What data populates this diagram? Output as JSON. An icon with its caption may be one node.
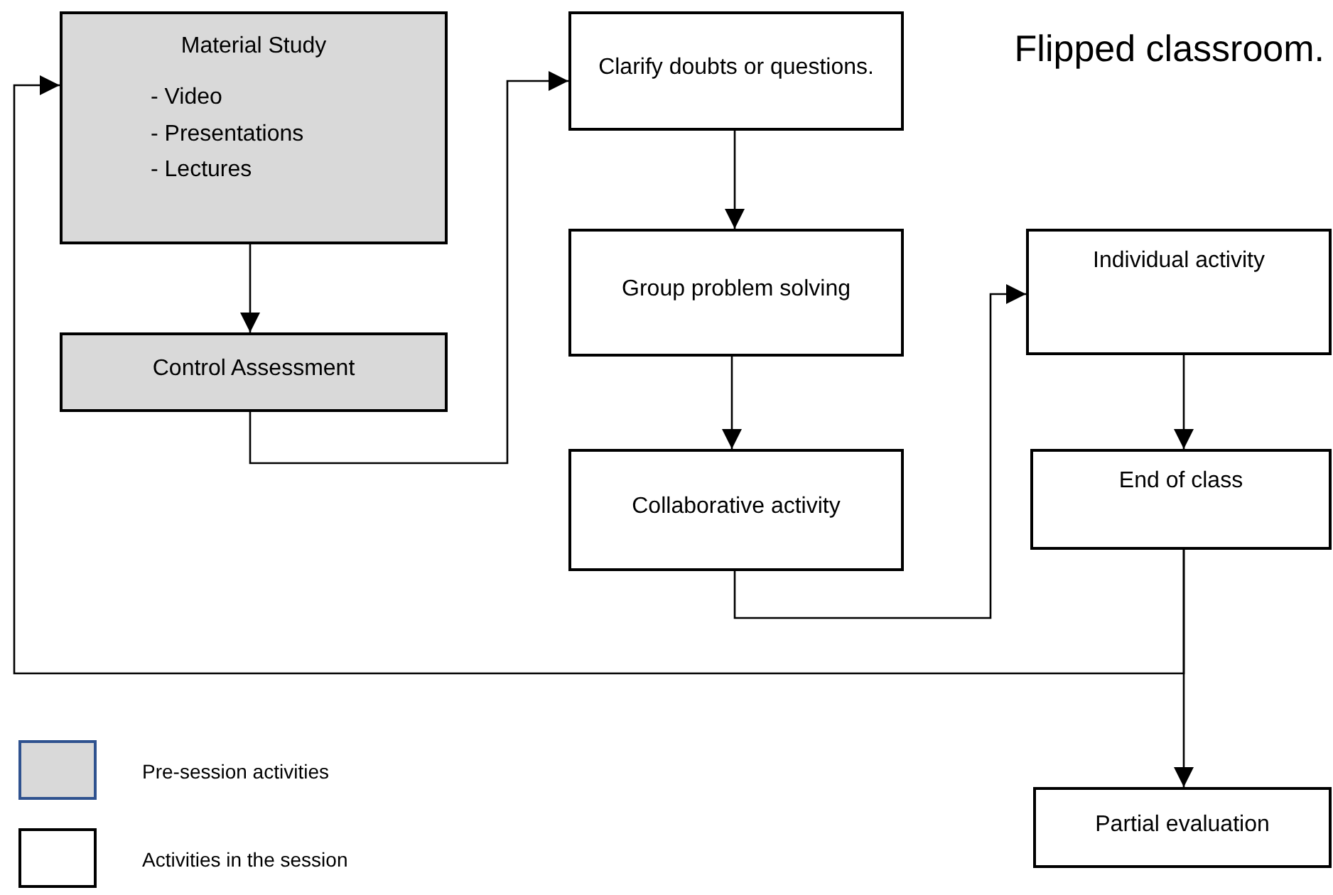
{
  "diagram": {
    "title": "Flipped classroom.",
    "nodes": [
      {
        "text": [
          "Material Study",
          "- Video",
          "- Presentations",
          "- Lectures"
        ]
      },
      {
        "text": [
          "Control Assessment"
        ]
      },
      {
        "text": [
          "Clarify doubts or questions."
        ]
      },
      {
        "text": [
          "Group problem solving"
        ]
      },
      {
        "text": [
          "Collaborative activity"
        ]
      },
      {
        "text": [
          "Individual activity"
        ]
      },
      {
        "text": [
          "End of class"
        ]
      },
      {
        "text": [
          "Partial evaluation"
        ]
      }
    ],
    "edges": [
      {
        "from": 0,
        "to": 1,
        "arrow": "to"
      },
      {
        "from": 1,
        "to": 2,
        "arrow": "to"
      },
      {
        "from": 2,
        "to": 3,
        "arrow": "to"
      },
      {
        "from": 3,
        "to": 4,
        "arrow": "to"
      },
      {
        "from": 4,
        "to": 5,
        "arrow": "to"
      },
      {
        "from": 5,
        "to": 6,
        "arrow": "to"
      },
      {
        "from": 6,
        "to": 7,
        "arrow": "to"
      },
      {
        "from": 6,
        "to": 0,
        "arrow": "to"
      }
    ],
    "legend": [
      {
        "text": "Pre-session activities",
        "color": "#d9d9d9"
      },
      {
        "text": "Activities in the session",
        "color": "#ffffff"
      }
    ]
  }
}
